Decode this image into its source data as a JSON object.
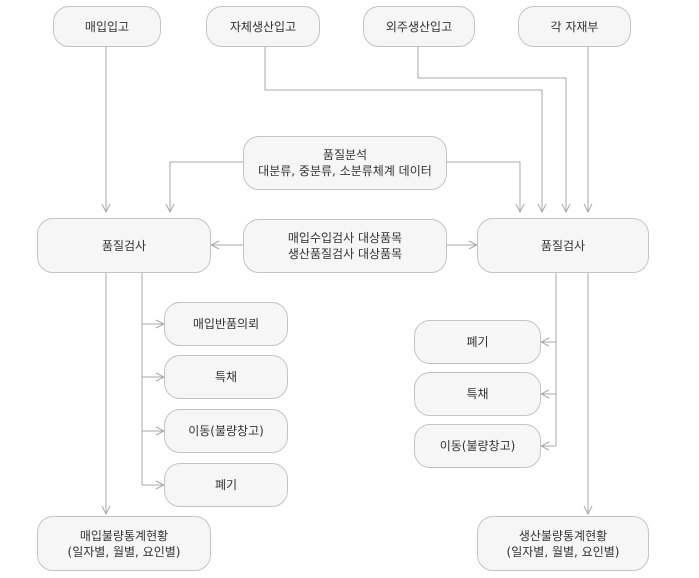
{
  "nodes": {
    "purchase_in": "매입입고",
    "self_production_in": "자체생산입고",
    "outsourced_production_in": "외주생산입고",
    "each_materials": "각 자재부",
    "quality_analysis_title": "품질분석",
    "quality_analysis_detail": "대분류, 중분류, 소분류체계 데이터",
    "inspection_left": "품질검사",
    "inspection_targets_line1": "매입수입검사 대상품목",
    "inspection_targets_line2": "생산품질검사 대상품목",
    "inspection_right": "품질검사",
    "purchase_return_request": "매입반품의뢰",
    "special_acceptance_left": "특채",
    "move_defect_left": "이동(불량창고)",
    "discard_left": "폐기",
    "discard_right": "폐기",
    "special_acceptance_right": "특채",
    "move_defect_right": "이동(불량창고)",
    "purchase_defect_stats_line1": "매입불량통계현황",
    "purchase_defect_stats_line2": "(일자별, 월별, 요인별)",
    "production_defect_stats_line1": "생산불량통계현황",
    "production_defect_stats_line2": "(일자별, 월별, 요인별)"
  },
  "colors": {
    "node_fill": "#f6f6f6",
    "node_border": "#c4c4c4",
    "connector": "#a8a8a8",
    "text": "#333333"
  }
}
